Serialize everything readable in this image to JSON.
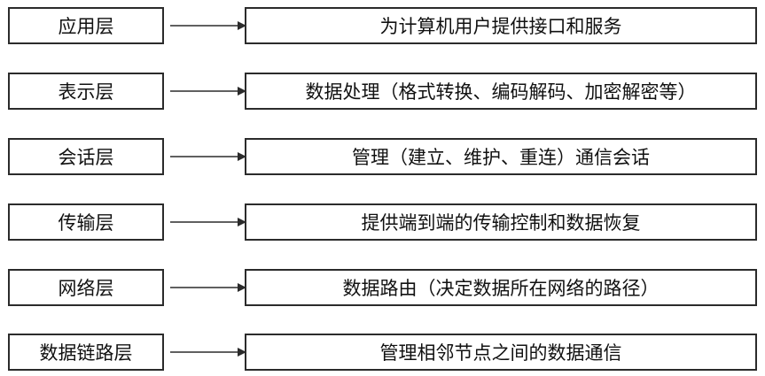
{
  "layers": [
    {
      "name": "应用层",
      "function": "为计算机用户提供接口和服务"
    },
    {
      "name": "表示层",
      "function": "数据处理（格式转换、编码解码、加密解密等）"
    },
    {
      "name": "会话层",
      "function": "管理（建立、维护、重连）通信会话"
    },
    {
      "name": "传输层",
      "function": "提供端到端的传输控制和数据恢复"
    },
    {
      "name": "网络层",
      "function": "数据路由（决定数据所在网络的路径）"
    },
    {
      "name": "数据链路层",
      "function": "管理相邻节点之间的数据通信"
    }
  ],
  "colors": {
    "border": "#2b2b2b",
    "text": "#111111",
    "background": "#ffffff"
  }
}
